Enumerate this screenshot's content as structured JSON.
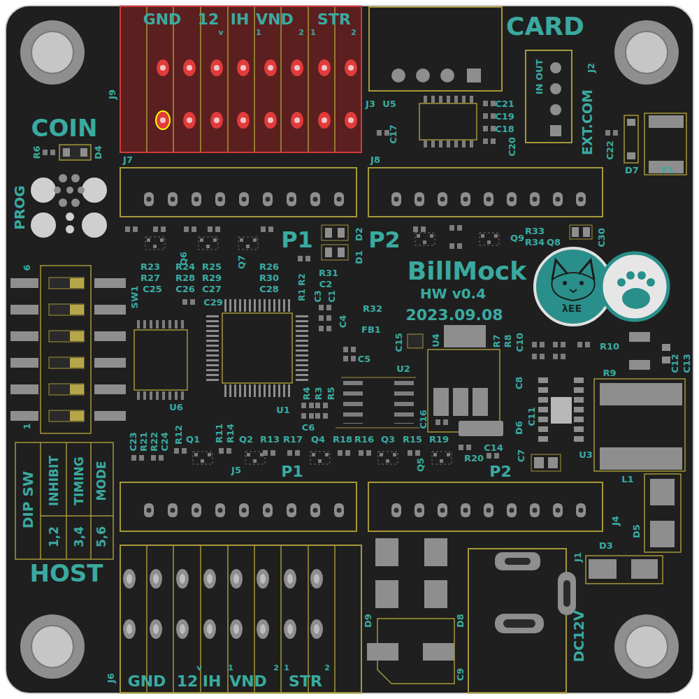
{
  "diagram": {
    "labels": [
      "GND",
      "12",
      "v",
      "IH",
      "VND",
      "1",
      "2",
      "STR",
      "1",
      "2",
      "J9",
      "CARD",
      "J2",
      "IN OUT",
      "EXT.COM",
      "J3",
      "U5",
      "C21",
      "C19",
      "C18",
      "C20",
      "C17",
      "J8",
      "J7",
      "COIN",
      "R6",
      "D4",
      "PROG",
      "C22",
      "D7",
      "F1",
      "P1",
      "D2",
      "D1",
      "P2",
      "Q9",
      "R33",
      "R34",
      "Q8",
      "C30",
      "Q6",
      "Q7",
      "R23",
      "R27",
      "C25",
      "R24",
      "R28",
      "C26",
      "R25",
      "R29",
      "C27",
      "R26",
      "R30",
      "C28",
      "R2",
      "R1",
      "R31",
      "C2",
      "C3",
      "C1",
      "BillMock",
      "HW v0.4",
      "2023.09.08",
      "SW1",
      "C29",
      "R32",
      "C4",
      "FB1",
      "C5",
      "C15",
      "U4",
      "R7",
      "R8",
      "C10",
      "R10",
      "C12",
      "C13",
      "U6",
      "U1",
      "U2",
      "R4",
      "R3",
      "R5",
      "C6",
      "C16",
      "C8",
      "C11",
      "D6",
      "R9",
      "U3",
      "C14",
      "C7",
      "R20",
      "L1",
      "6",
      "1",
      "C23",
      "R21",
      "R22",
      "C24",
      "R12",
      "Q1",
      "R11",
      "R14",
      "Q2",
      "R13",
      "R17",
      "Q4",
      "R18",
      "R16",
      "Q3",
      "R15",
      "R19",
      "J5",
      "P1",
      "Q5",
      "P2",
      "J4",
      "J1",
      "D3",
      "D5",
      "DIP SW",
      "INHIBIT",
      "TIMING",
      "MODE",
      "1,2",
      "3,4",
      "5,6",
      "HOST",
      "D9",
      "D8",
      "C9",
      "DC12V",
      "J6",
      "GND",
      "12",
      "v",
      "IH",
      "VND",
      "1",
      "2",
      "STR",
      "1",
      "2",
      "λEE"
    ]
  }
}
